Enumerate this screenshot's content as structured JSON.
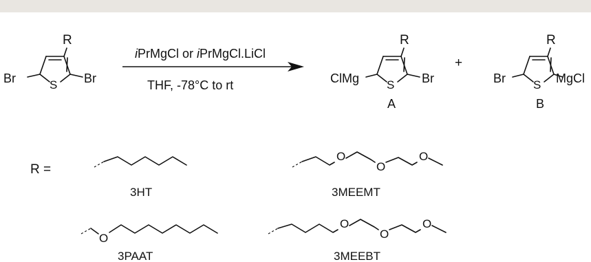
{
  "reaction": {
    "reagent_line1": [
      {
        "text": "i",
        "italic": true
      },
      {
        "text": "PrMgCl or ",
        "italic": false
      },
      {
        "text": "i",
        "italic": true
      },
      {
        "text": "PrMgCl.LiCl",
        "italic": false
      }
    ],
    "conditions": "THF, -78°C to rt",
    "plus": "+"
  },
  "reactant": {
    "r_label": "R",
    "br_left": "Br",
    "br_right": "Br",
    "s_label": "S"
  },
  "product_a": {
    "r_label": "R",
    "left_group": "ClMg",
    "right_group": "Br",
    "s_label": "S",
    "name": "A"
  },
  "product_b": {
    "r_label": "R",
    "left_group": "Br",
    "right_group": "MgCl",
    "s_label": "S",
    "name": "B"
  },
  "r_definition": {
    "label": "R ="
  },
  "substituents": [
    {
      "name": "3HT"
    },
    {
      "name": "3MEEMT",
      "o_labels": [
        "O",
        "O",
        "O"
      ]
    },
    {
      "name": "3PAAT",
      "o_labels": [
        "O"
      ]
    },
    {
      "name": "3MEEBT",
      "o_labels": [
        "O",
        "O",
        "O"
      ]
    }
  ]
}
